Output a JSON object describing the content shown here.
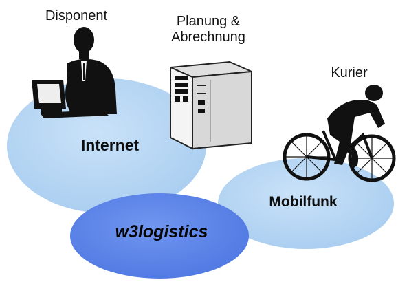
{
  "labels": {
    "disponent": "Disponent",
    "planung_line1": "Planung &",
    "planung_line2": "Abrechnung",
    "kurier": "Kurier",
    "internet": "Internet",
    "mobilfunk": "Mobilfunk",
    "w3logistics": "w3logistics"
  },
  "colors": {
    "internet_cloud": "#b7d7f4",
    "mobilfunk_cloud": "#b7d7f4",
    "w3logistics_cloud": "#5f86ea",
    "server_fill": "#f2f2f2",
    "silhouette": "#111111"
  },
  "icons": {
    "dispatcher": "person-at-computer-icon",
    "server": "server-tower-icon",
    "courier": "cyclist-icon"
  }
}
